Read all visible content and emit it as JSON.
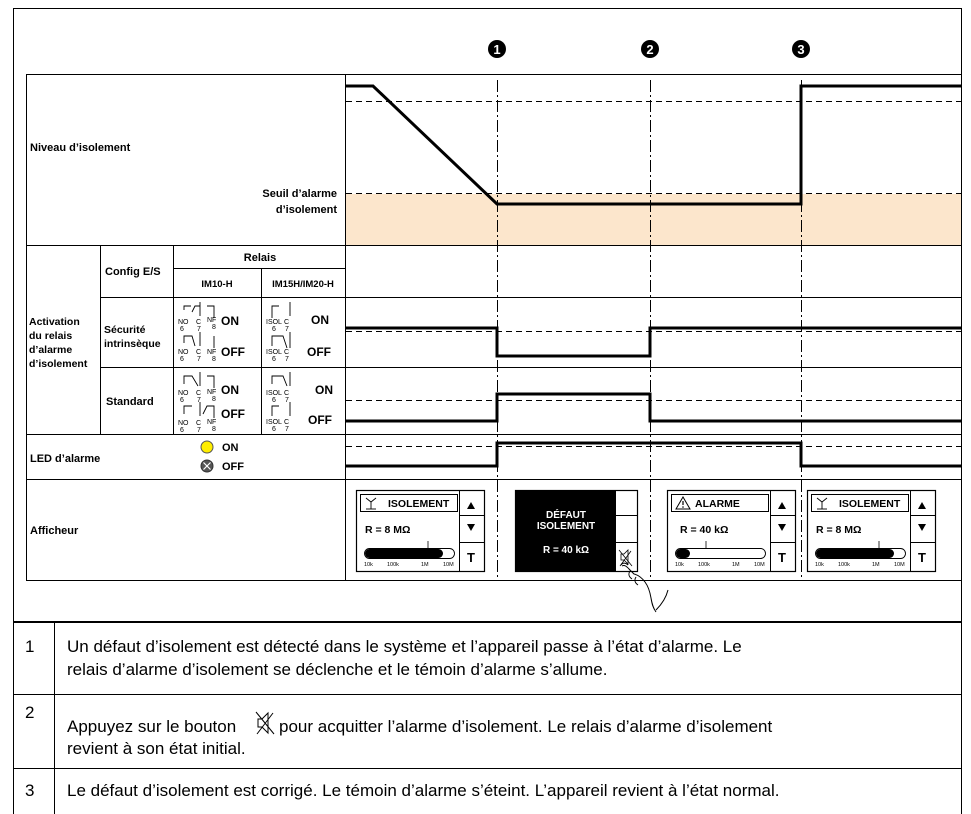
{
  "markers": [
    "1",
    "2",
    "3"
  ],
  "rows": {
    "insulation_level": "Niveau d’isolement",
    "threshold_line1": "Seuil d’alarme",
    "threshold_line2": "d’isolement",
    "activation": [
      "Activation",
      "du relais",
      "d’alarme",
      "d’isolement"
    ],
    "config_es": "Config E/S",
    "relais": "Relais",
    "im10h": "IM10-H",
    "im15h": "IM15H/IM20-H",
    "securite": [
      "Sécurité",
      "intrinsèque"
    ],
    "standard": "Standard",
    "led": "LED d’alarme",
    "afficheur": "Afficheur"
  },
  "states": {
    "on": "ON",
    "off": "OFF"
  },
  "contacts": {
    "no": "NO",
    "c": "C",
    "nf": "NF",
    "isol": "ISOL",
    "p6": "6",
    "p7": "7",
    "p8": "8"
  },
  "displays": {
    "isolement_title": "ISOLEMENT",
    "alarme_title": "ALARME",
    "defaut_line1": "DÉFAUT",
    "defaut_line2": "ISOLEMENT",
    "r_8mohm": "R = 8 MΩ",
    "r_40kohm": "R = 40 kΩ",
    "t_key": "T",
    "scale": [
      "10k",
      "100k",
      "1M",
      "10M"
    ]
  },
  "legend": [
    {
      "num": "1",
      "lines": [
        "Un défaut d’isolement est détecté dans le système et l’appareil passe à l’état d’alarme. Le",
        "relais d’alarme d’isolement se déclenche et le témoin d’alarme s’allume."
      ]
    },
    {
      "num": "2",
      "lines": [
        "Appuyez sur le bouton",
        "pour acquitter l’alarme d’isolement. Le relais d’alarme d’isolement",
        "revient à son état initial."
      ]
    },
    {
      "num": "3",
      "lines": [
        "Le défaut d’isolement est corrigé. Le témoin d’alarme s’éteint. L’appareil revient à l’état normal."
      ]
    }
  ],
  "colors": {
    "threshold_band": "#fce6cc",
    "led_on": "#ffee00",
    "led_off": "#555555"
  }
}
